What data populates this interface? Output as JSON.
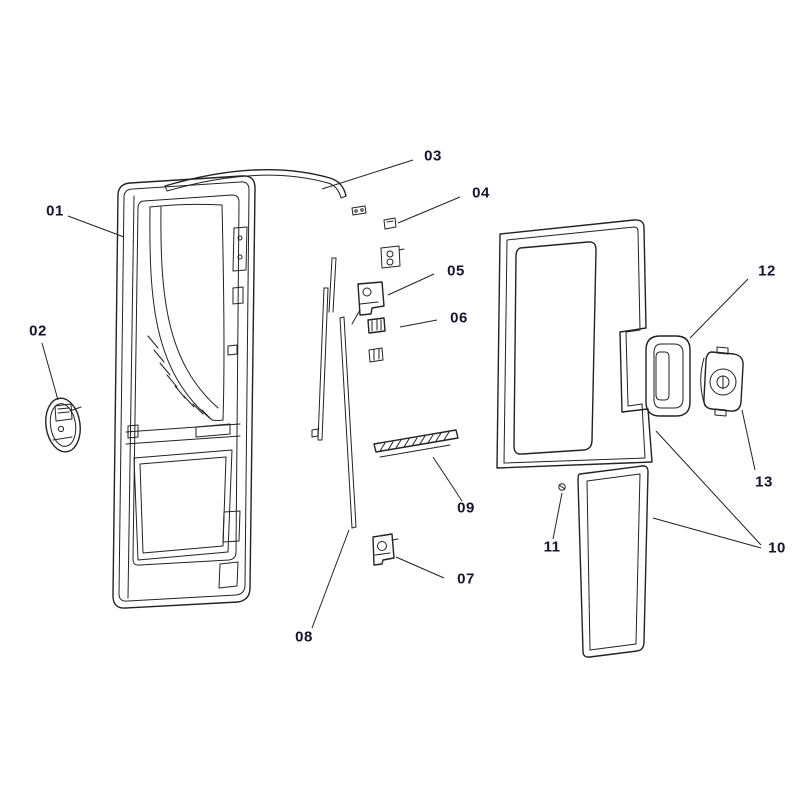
{
  "colors": {
    "background": "#ffffff",
    "line": "#222222",
    "label_text": "#14142e"
  },
  "diagram": {
    "labels": [
      {
        "id": "part-01",
        "text": "01"
      },
      {
        "id": "part-02",
        "text": "02"
      },
      {
        "id": "part-03",
        "text": "03"
      },
      {
        "id": "part-04",
        "text": "04"
      },
      {
        "id": "part-05",
        "text": "05"
      },
      {
        "id": "part-06",
        "text": "06"
      },
      {
        "id": "part-07",
        "text": "07"
      },
      {
        "id": "part-08",
        "text": "08"
      },
      {
        "id": "part-09",
        "text": "09"
      },
      {
        "id": "part-10",
        "text": "10"
      },
      {
        "id": "part-11",
        "text": "11"
      },
      {
        "id": "part-12",
        "text": "12"
      },
      {
        "id": "part-13",
        "text": "13"
      }
    ]
  }
}
